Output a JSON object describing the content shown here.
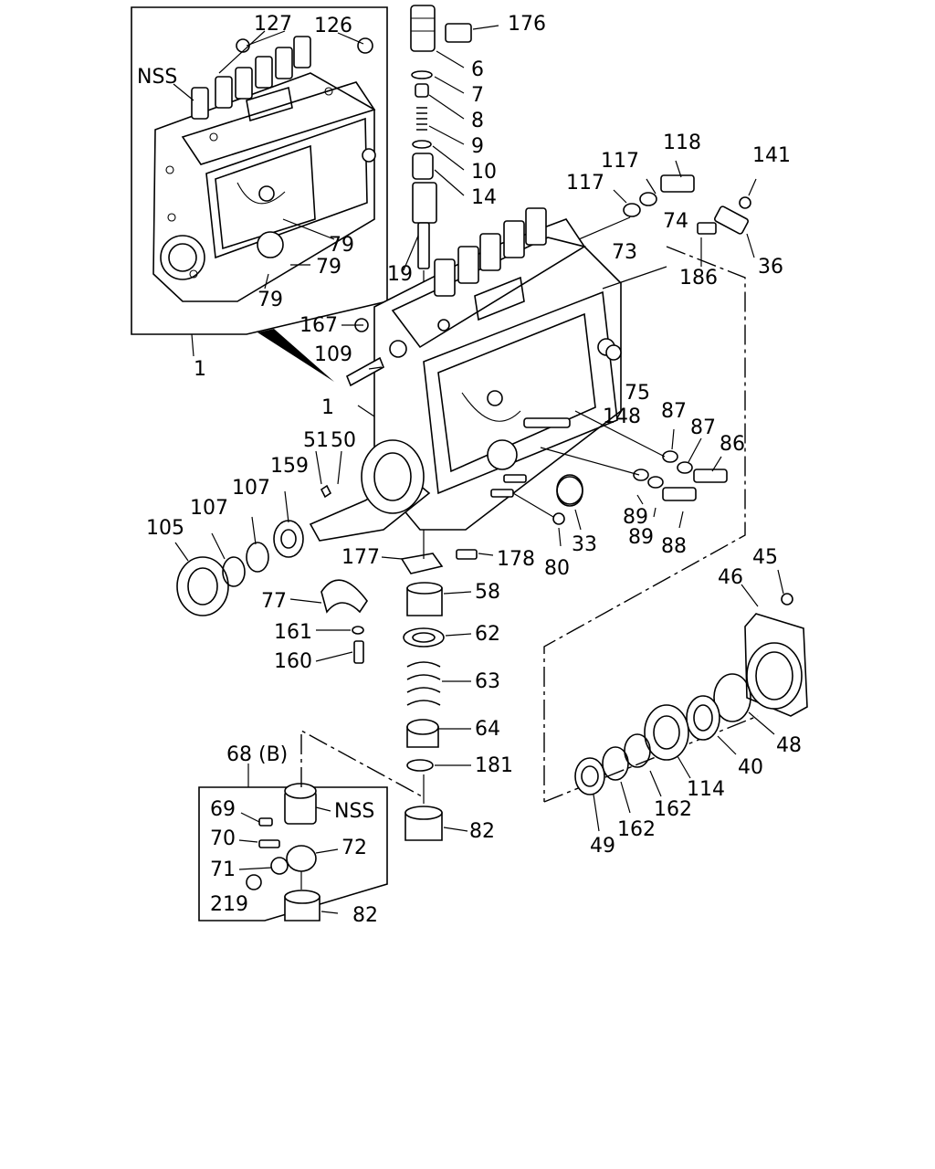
{
  "callouts": {
    "c176": "176",
    "c6": "6",
    "c7": "7",
    "c8": "8",
    "c9": "9",
    "c10": "10",
    "c14": "14",
    "c127": "127",
    "c126": "126",
    "c_nss_top": "NSS",
    "c118": "118",
    "c117a": "117",
    "c117b": "117",
    "c141": "141",
    "c74": "74",
    "c73": "73",
    "c36": "36",
    "c186": "186",
    "c79a": "79",
    "c79b": "79",
    "c79c": "79",
    "c19": "19",
    "c1a": "1",
    "c1b": "1",
    "c167": "167",
    "c109": "109",
    "c75": "75",
    "c148": "148",
    "c87a": "87",
    "c87b": "87",
    "c86": "86",
    "c51": "51",
    "c50": "50",
    "c159": "159",
    "c107a": "107",
    "c107b": "107",
    "c105": "105",
    "c89a": "89",
    "c89b": "89",
    "c88": "88",
    "c33": "33",
    "c80": "80",
    "c177": "177",
    "c178": "178",
    "c58": "58",
    "c77": "77",
    "c62": "62",
    "c161": "161",
    "c160": "160",
    "c63": "63",
    "c64": "64",
    "c181": "181",
    "c45": "45",
    "c46": "46",
    "c48": "48",
    "c40": "40",
    "c114": "114",
    "c162a": "162",
    "c162b": "162",
    "c49": "49",
    "c68b": "68 (B)",
    "c69": "69",
    "c70": "70",
    "c71": "71",
    "c72": "72",
    "c219": "219",
    "c_nss_bottom": "NSS",
    "c82a": "82",
    "c82b": "82"
  },
  "colors": {
    "line": "#000000",
    "background": "#ffffff"
  }
}
